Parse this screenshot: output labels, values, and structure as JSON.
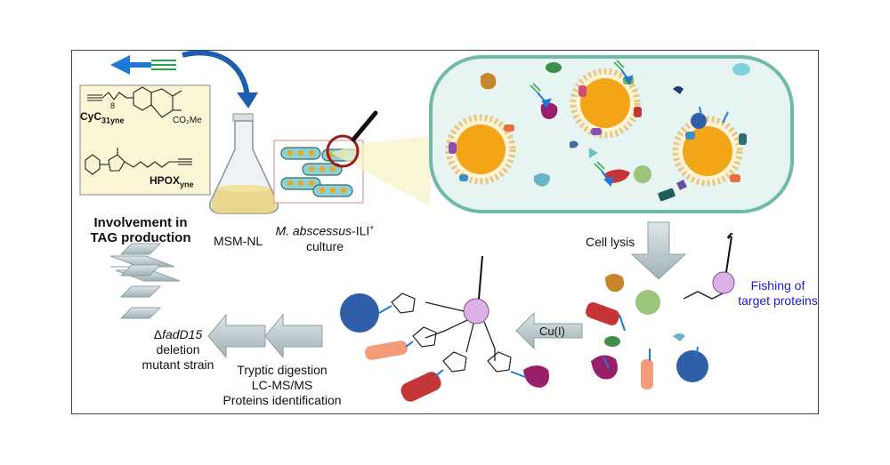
{
  "compounds": {
    "cyc": {
      "name": "CyC",
      "sub": "31yne",
      "ester": "CO₂Me",
      "index": "8"
    },
    "hpox": {
      "name": "HPOX",
      "sub": "yne"
    }
  },
  "labels": {
    "involvement_line1": "Involvement in",
    "involvement_line2": "TAG production",
    "flask": "MSM-NL",
    "culture_species": "M. abscessus",
    "culture_suffix": "-ILI",
    "culture_sup": "+",
    "culture_line2": "culture",
    "cell_lysis": "Cell lysis",
    "fishing_line1": "Fishing of",
    "fishing_line2": "target proteins",
    "cu": "Cu(I)",
    "delta": "Δ",
    "gene": "fadD15",
    "deletion": "deletion",
    "mutant": "mutant strain",
    "tryptic": "Tryptic digestion",
    "lcms": "LC-MS/MS",
    "identification": "Proteins identification"
  },
  "colors": {
    "probe_arrow": "#1e78d8",
    "alkyne": "#22a64a",
    "cell_border": "#6fb9a8",
    "cell_fill": "#e6f5f1",
    "lipid_droplet": "#f2a516",
    "chevron": "#c7d3d6",
    "text_blue": "#1c1cc8"
  }
}
